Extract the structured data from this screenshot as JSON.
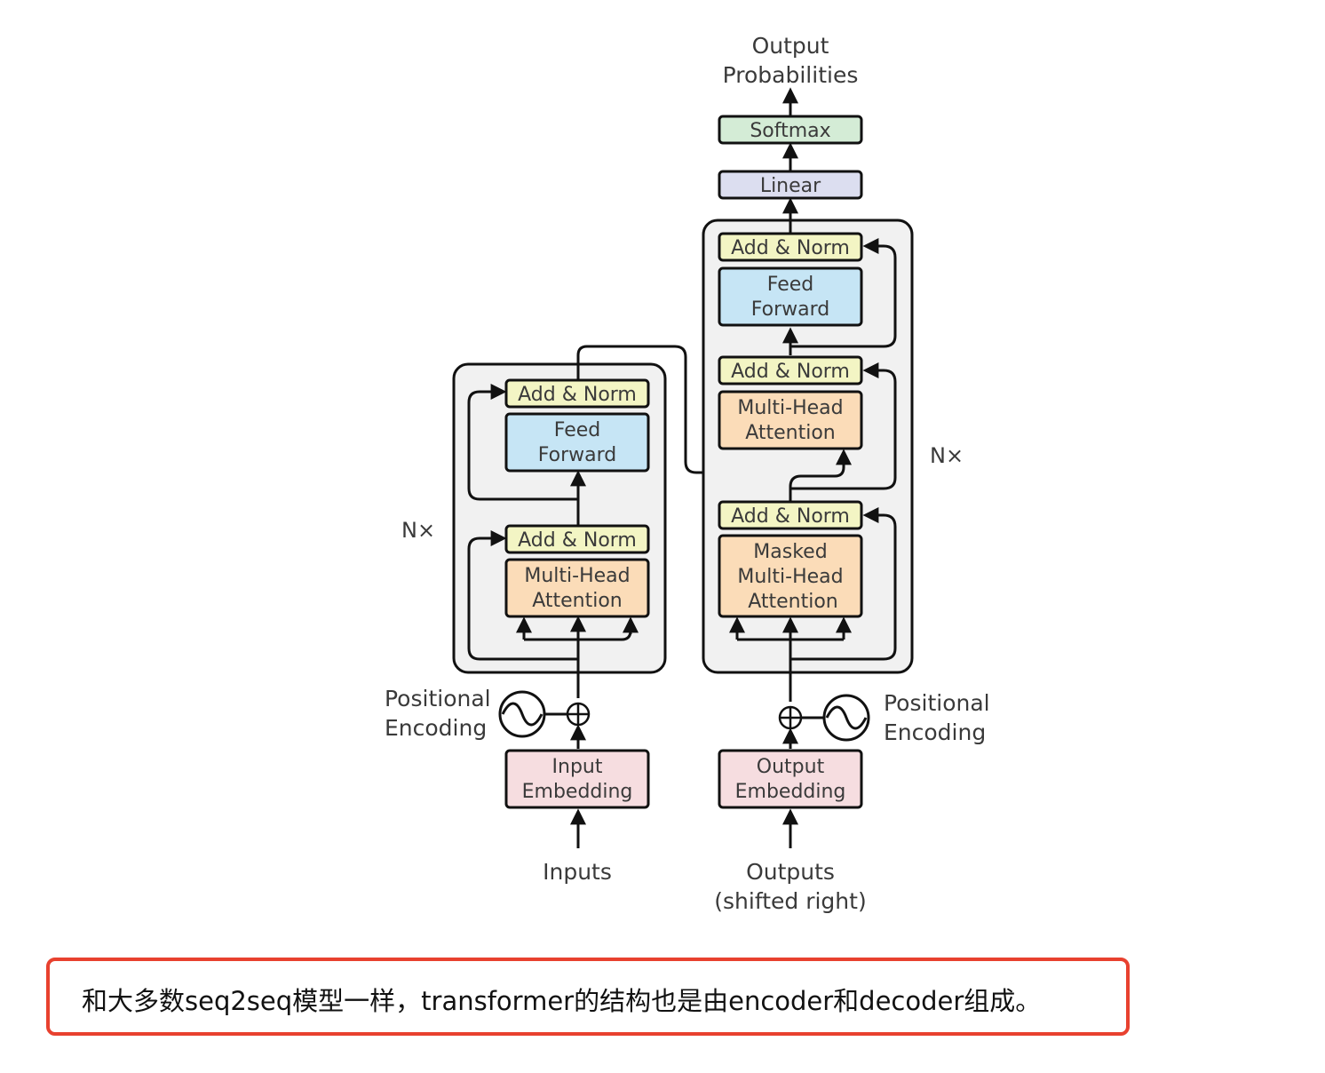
{
  "diagram": {
    "output_probabilities": [
      "Output",
      "Probabilities"
    ],
    "softmax": "Softmax",
    "linear": "Linear",
    "add_norm": "Add & Norm",
    "feed_forward": [
      "Feed",
      "Forward"
    ],
    "multi_head_attention": [
      "Multi-Head",
      "Attention"
    ],
    "masked_multi_head_attention": [
      "Masked",
      "Multi-Head",
      "Attention"
    ],
    "nx": "N×",
    "positional_encoding": [
      "Positional",
      "Encoding"
    ],
    "input_embedding": [
      "Input",
      "Embedding"
    ],
    "output_embedding": [
      "Output",
      "Embedding"
    ],
    "inputs": "Inputs",
    "outputs": [
      "Outputs",
      "(shifted right)"
    ],
    "colors": {
      "add_norm": "#f3f5c4",
      "feed_forward": "#c6e5f5",
      "attention": "#fbdcb8",
      "embedding": "#f6dde0",
      "softmax": "#d4ecd6",
      "linear": "#dcdef0",
      "block_bg": "#f1f1f1"
    }
  },
  "caption": {
    "text": "和大多数seq2seq模型一样，transformer的结构也是由encoder和decoder组成。",
    "border_color": "#e8412f"
  }
}
